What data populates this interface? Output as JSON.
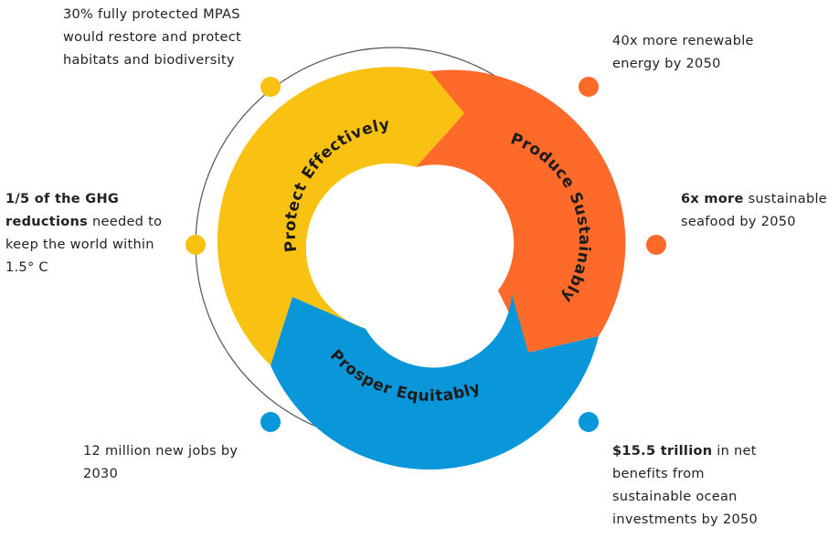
{
  "colors": {
    "protect": "#f9c112",
    "produce": "#fd6a2a",
    "prosper": "#0a97d9",
    "ring": "#555555"
  },
  "arcs": {
    "protect": "Protect Effectively",
    "produce": "Produce Sustainably",
    "prosper": "Prosper Equitably"
  },
  "callouts": {
    "top_left": {
      "line1": "30% fully protected MPAS",
      "line2": "would restore and protect",
      "line3": "habitats and biodiversity"
    },
    "top_right": {
      "line1": "40x more renewable",
      "line2": "energy by 2050"
    },
    "mid_left": {
      "line1_bold": "1/5 of the GHG",
      "line2_bold": "reductions",
      "line2_rest": " needed to",
      "line3": "keep the world within",
      "line4": "1.5° C"
    },
    "mid_right": {
      "line1_bold": "6x more",
      "line1_rest": " sustainable",
      "line2": "seafood by 2050"
    },
    "bottom_left": {
      "line1": "12 million new jobs by",
      "line2": "2030"
    },
    "bottom_right": {
      "line1_bold": "$15.5 trillion",
      "line1_rest": " in net",
      "line2": "benefits from",
      "line3": "sustainable ocean",
      "line4": "investments by 2050"
    }
  }
}
